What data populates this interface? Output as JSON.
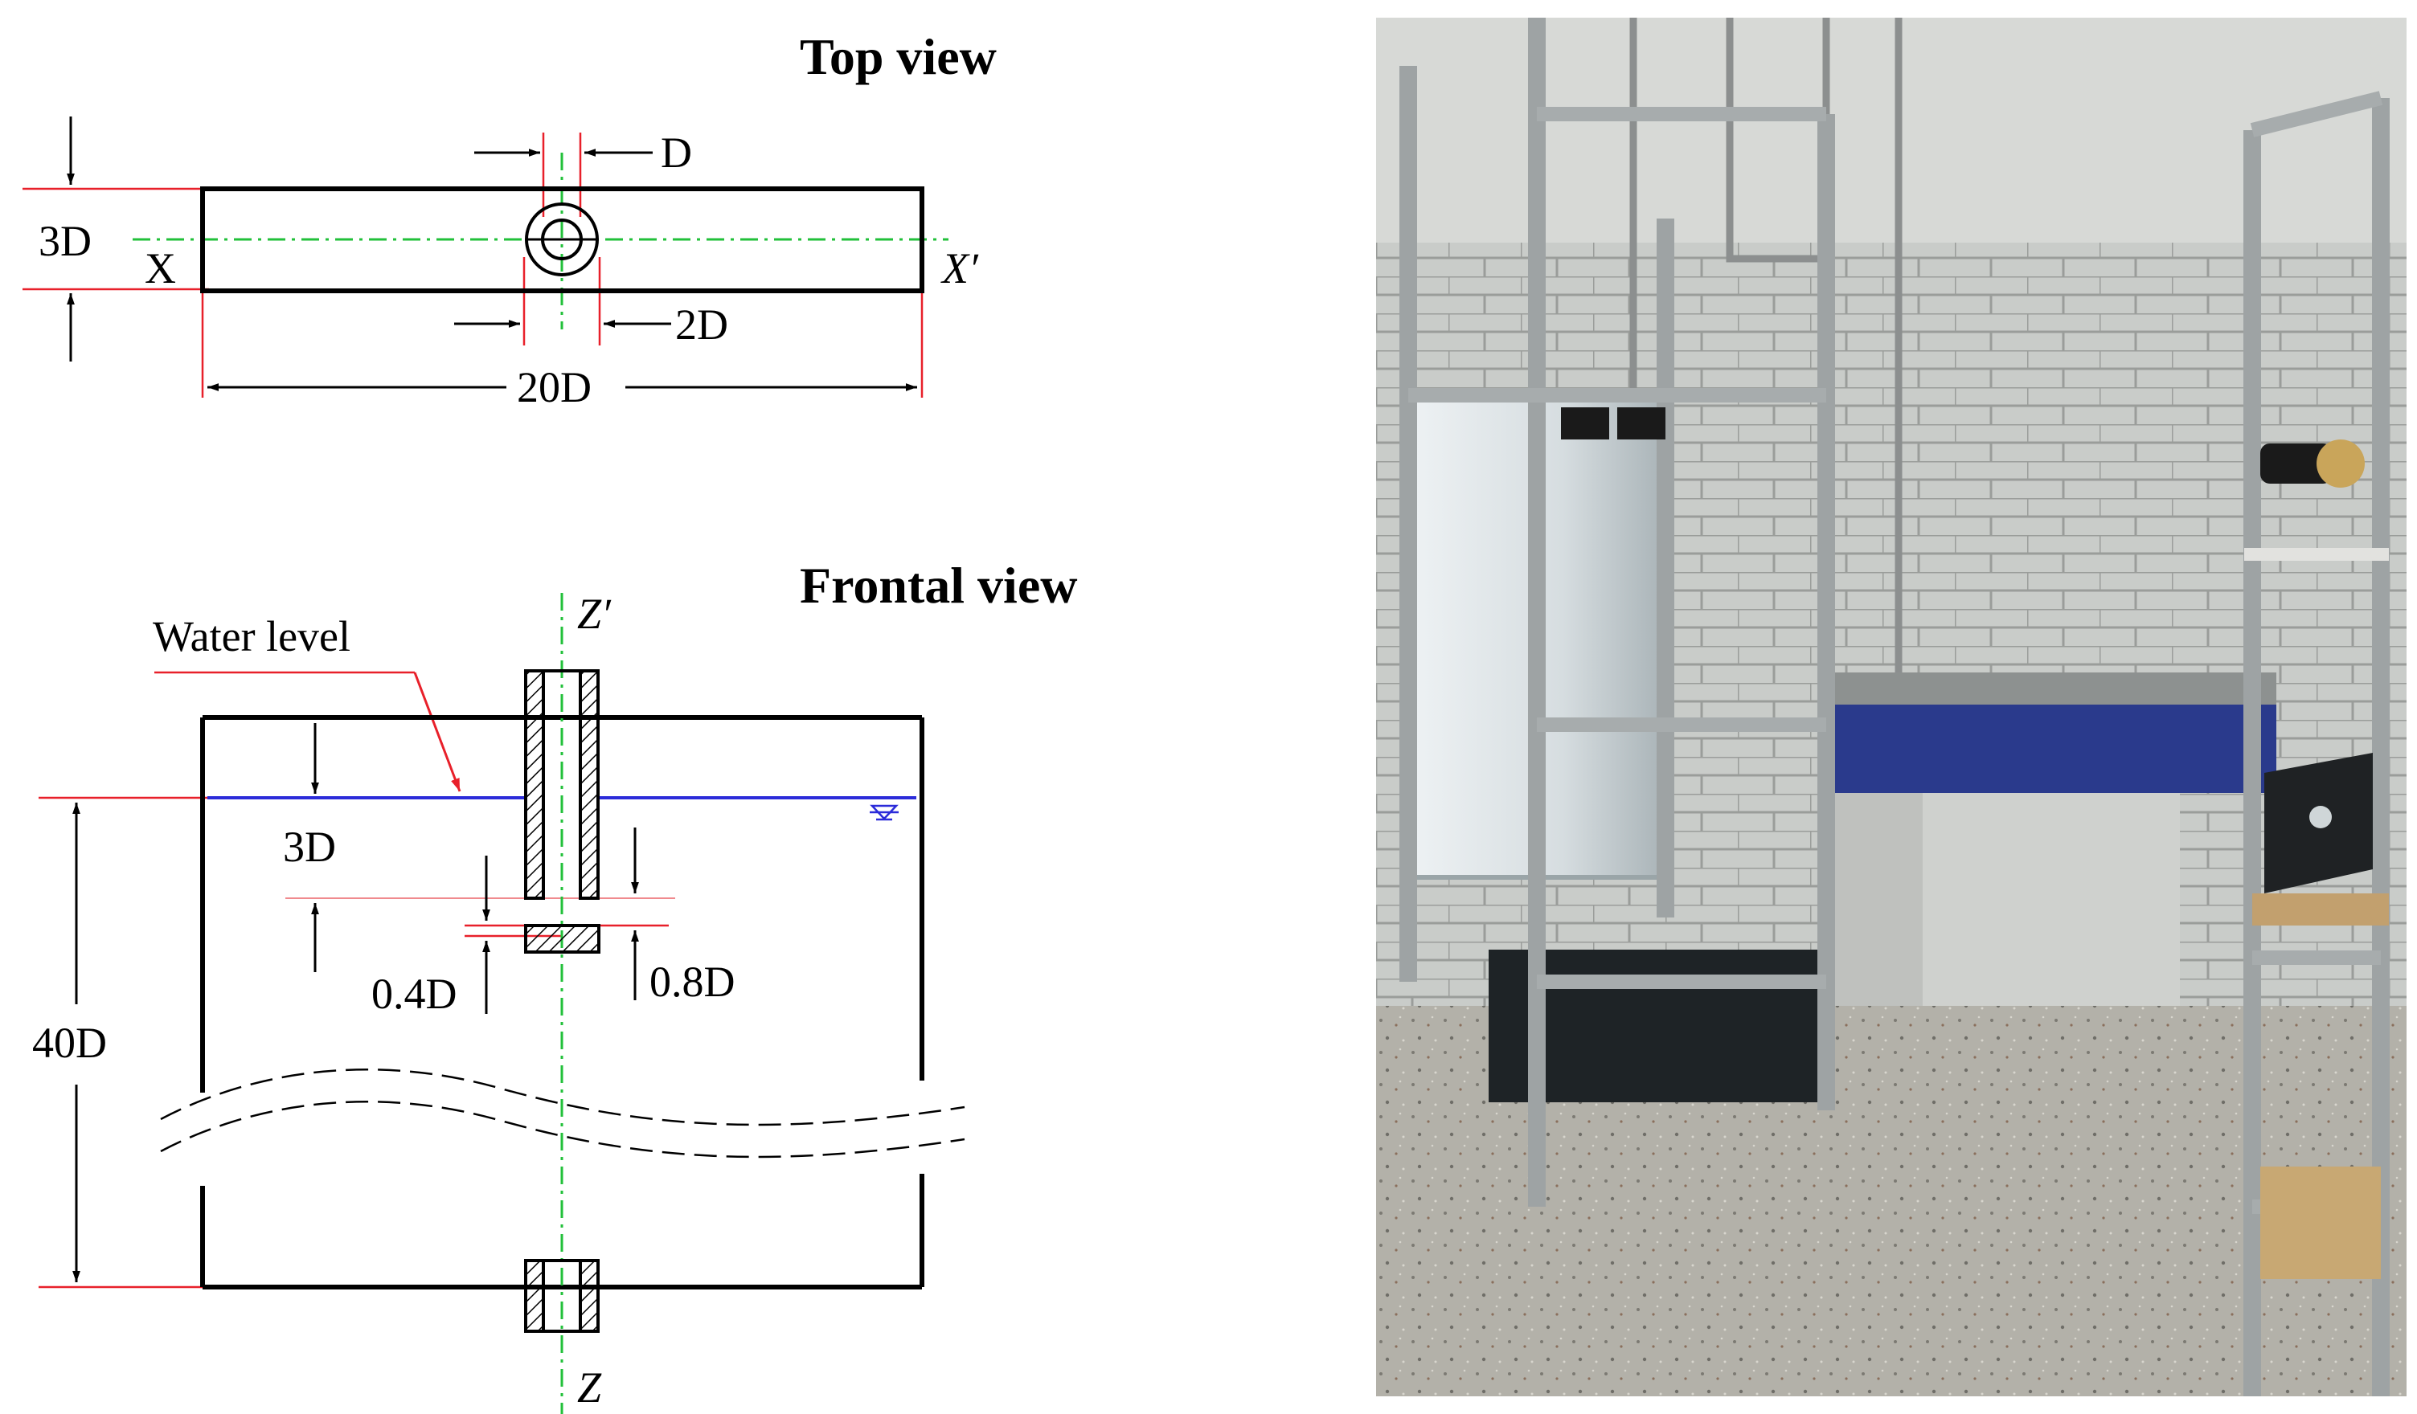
{
  "top_view": {
    "title": "Top view",
    "labels": {
      "height": "3D",
      "hole_d": "D",
      "hole_2d": "2D",
      "length": "20D",
      "axis_x": "X",
      "axis_x_prime": "X′"
    }
  },
  "frontal_view": {
    "title": "Frontal view",
    "labels": {
      "water_level": "Water level",
      "submergence": "3D",
      "gap": "0.4D",
      "wall": "0.8D",
      "depth": "40D",
      "axis_z": "Z",
      "axis_z_prime": "Z′"
    }
  },
  "photo": {
    "subject": "laboratory experimental setup with acrylic tank in aluminum frame and camera on stand"
  },
  "colors": {
    "outline": "#000000",
    "dimension_red": "#e8202a",
    "axis_green": "#22c03a",
    "water_blue": "#2b2bd9"
  }
}
